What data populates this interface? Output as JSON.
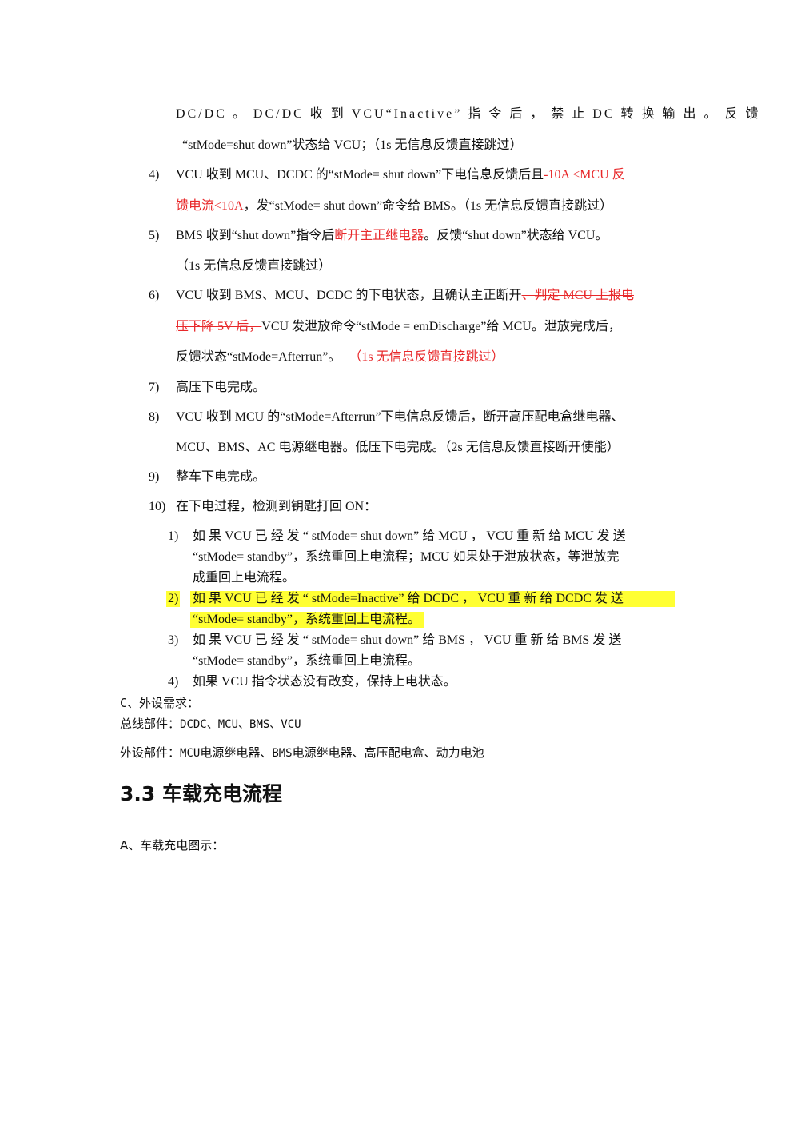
{
  "lines": {
    "l1": "DC/DC 。 DC/DC 收 到 VCU“Inactive” 指 令 后 ， 禁 止 DC 转 换 输 出 。 反 馈",
    "l2": "“stMode=shut down”状态给 VCU；（1s 无信息反馈直接跳过）",
    "n4": "4)",
    "l3a": "VCU 收到 MCU、DCDC 的“stMode= shut down”下电信息反馈后且",
    "l3b": "-10A <MCU 反",
    "l4a": "馈电流<10A",
    "l4b": "，发“stMode= shut down”命令给 BMS。（1s 无信息反馈直接跳过）",
    "n5": "5)",
    "l5a": "BMS 收到“shut down”指令后",
    "l5b": "断开主正继电器",
    "l5c": "。反馈“shut down”状态给 VCU。",
    "l6": "（1s 无信息反馈直接跳过）",
    "n6": "6)",
    "l7a": "VCU 收到 BMS、MCU、DCDC 的下电状态，且确认主正断开",
    "l7b": "、判定 MCU 上报电",
    "l8a": "压下降 5V 后，",
    "l8b": "VCU 发泄放命令“stMode = emDischarge”给 MCU。泄放完成后，",
    "l9a": "反馈状态“stMode=Afterrun”。",
    "l9b": "（1s 无信息反馈直接跳过）",
    "n7": "7)",
    "l10": "高压下电完成。",
    "n8": "8)",
    "l11": "VCU 收到 MCU 的“stMode=Afterrun”下电信息反馈后，断开高压配电盒继电器、",
    "l12": "MCU、BMS、AC 电源继电器。低压下电完成。（2s 无信息反馈直接断开使能）",
    "n9": "9)",
    "l13": "整车下电完成。",
    "n10": "10)",
    "l14": "在下电过程，检测到钥匙打回 ON：",
    "s1n": "1)",
    "s1a": "如 果 VCU 已 经 发 “ stMode= shut down” 给 MCU ， VCU 重 新 给 MCU 发 送",
    "s1b": "“stMode= standby”，系统重回上电流程；MCU 如果处于泄放状态，等泄放完",
    "s1c": "成重回上电流程。",
    "s2n": "2)",
    "s2a": "如 果 VCU 已 经 发 “ stMode=Inactive” 给 DCDC ， VCU 重 新 给 DCDC 发 送",
    "s2b": "“stMode= standby”，系统重回上电流程。",
    "s3n": "3)",
    "s3a": "如 果 VCU 已 经 发 “ stMode= shut down” 给 BMS ， VCU 重 新 给 BMS 发 送",
    "s3b": "“stMode= standby”，系统重回上电流程。",
    "s4n": "4)",
    "s4a": "如果 VCU 指令状态没有改变，保持上电状态。",
    "c_title": "C、外设需求：",
    "bus_label": "总线部件：",
    "bus_value": "DCDC、MCU、BMS、VCU",
    "periph_label": "外设部件：",
    "periph_value_mono": "MCU",
    "periph_value_a": "电源继电器、",
    "periph_value_mono2": "BMS",
    "periph_value_b": "电源继电器、高压配电盒、动力电池",
    "heading": "3.3 车载充电流程",
    "a_title": "A、车载充电图示："
  },
  "colors": {
    "red": "#e8282a",
    "highlight": "#ffff33"
  }
}
